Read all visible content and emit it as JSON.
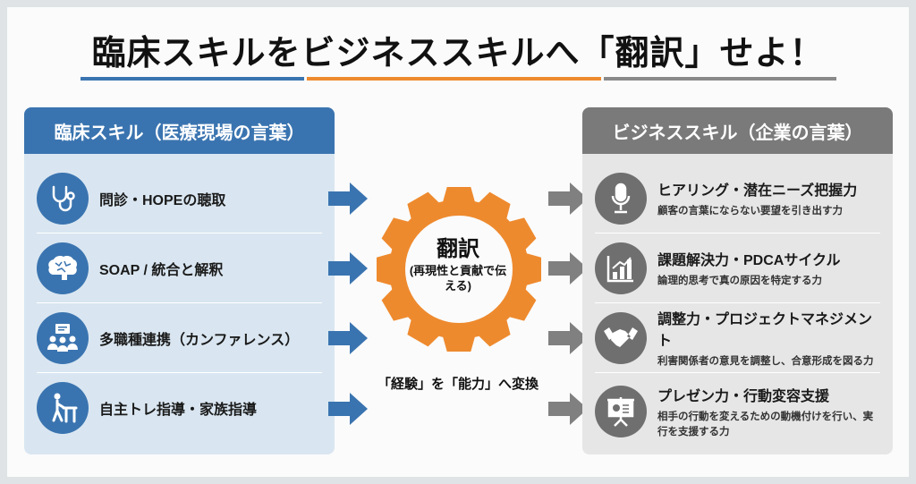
{
  "title": "臨床スキルをビジネススキルへ「翻訳」せよ！",
  "colors": {
    "blue": "#3a74b0",
    "orange": "#ee8a2e",
    "gray": "#7a7a7a"
  },
  "left": {
    "header": "臨床スキル（医療現場の言葉）",
    "items": [
      {
        "label": "問診・HOPEの聴取",
        "icon": "stethoscope-icon"
      },
      {
        "label": "SOAP / 統合と解釈",
        "icon": "brain-icon"
      },
      {
        "label": "多職種連携（カンファレンス）",
        "icon": "team-meeting-icon"
      },
      {
        "label": "自主トレ指導・家族指導",
        "icon": "walking-rehab-icon"
      }
    ]
  },
  "center": {
    "gear_title": "翻訳",
    "gear_sub": "(再現性と貢献で伝える)",
    "caption": "「経験」を「能力」へ変換"
  },
  "right": {
    "header": "ビジネススキル（企業の言葉）",
    "items": [
      {
        "title": "ヒアリング・潜在ニーズ把握力",
        "desc": "顧客の言葉にならない要望を引き出す力",
        "icon": "microphone-icon"
      },
      {
        "title": "課題解決力・PDCAサイクル",
        "desc": "論理的思考で真の原因を特定する力",
        "icon": "bar-chart-icon"
      },
      {
        "title": "調整力・プロジェクトマネジメント",
        "desc": "利害関係者の意見を調整し、合意形成を図る力",
        "icon": "handshake-icon"
      },
      {
        "title": "プレゼン力・行動変容支援",
        "desc": "相手の行動を変えるための動機付けを行い、実行を支援する力",
        "icon": "presentation-icon"
      }
    ]
  }
}
